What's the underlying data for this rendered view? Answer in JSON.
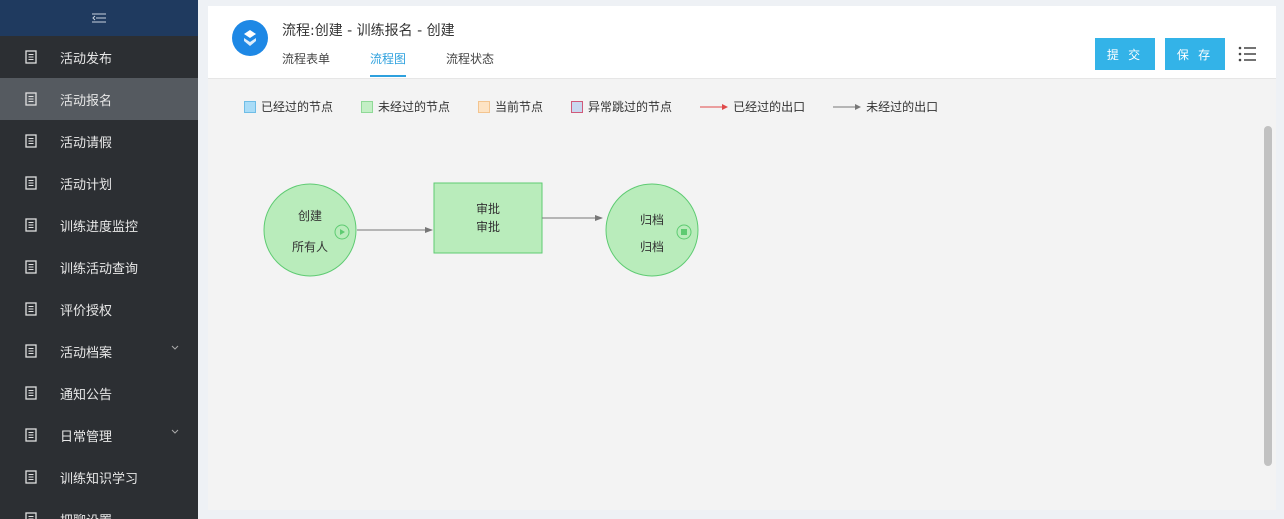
{
  "sidebar": {
    "toggle_icon": "collapse-icon",
    "items": [
      {
        "label": "活动发布"
      },
      {
        "label": "活动报名",
        "active": true
      },
      {
        "label": "活动请假"
      },
      {
        "label": "活动计划"
      },
      {
        "label": "训练进度监控"
      },
      {
        "label": "训练活动查询"
      },
      {
        "label": "评价授权"
      },
      {
        "label": "活动档案",
        "has_children": true
      },
      {
        "label": "通知公告"
      },
      {
        "label": "日常管理",
        "has_children": true
      },
      {
        "label": "训练知识学习"
      },
      {
        "label": "把聊设置"
      }
    ]
  },
  "header": {
    "title": "流程:创建 - 训练报名 - 创建",
    "tabs": [
      {
        "label": "流程表单"
      },
      {
        "label": "流程图",
        "active": true
      },
      {
        "label": "流程状态"
      }
    ],
    "submit_label": "提 交",
    "save_label": "保 存"
  },
  "legend": [
    {
      "label": "已经过的节点",
      "color": "#a9dcf7"
    },
    {
      "label": "未经过的节点",
      "color": "#c3efc5"
    },
    {
      "label": "当前节点",
      "color": "#fde3c4"
    },
    {
      "label": "异常跳过的节点",
      "color": "#c9d8ef"
    },
    {
      "label": "已经过的出口",
      "color": "#e04a4a"
    },
    {
      "label": "未经过的出口",
      "color": "#777777"
    }
  ],
  "flow": {
    "nodes": [
      {
        "name": "创建",
        "sub": "所有人"
      },
      {
        "name": "审批",
        "sub": "审批"
      },
      {
        "name": "归档",
        "sub": "归档"
      }
    ]
  },
  "colors": {
    "accent": "#33b3e8",
    "node_fill": "#b9ecbb",
    "node_stroke": "#5ecb72"
  }
}
